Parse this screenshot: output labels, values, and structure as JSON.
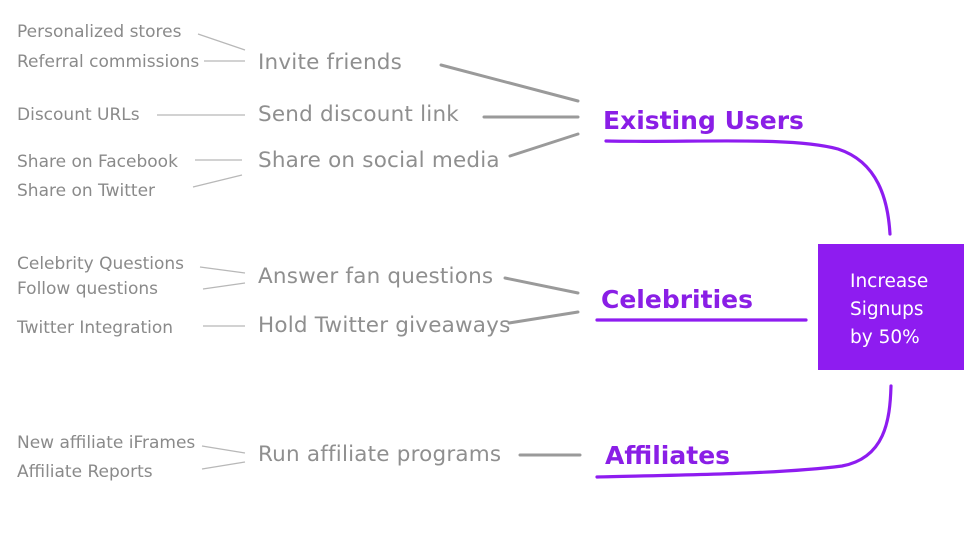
{
  "goal": {
    "lines": [
      "Increase",
      "Signups",
      "by 50%"
    ]
  },
  "channels": {
    "existing_users": "Existing Users",
    "celebrities": "Celebrities",
    "affiliates": "Affiliates"
  },
  "tactics": {
    "invite_friends": "Invite friends",
    "send_discount_link": "Send discount link",
    "share_social": "Share on social media",
    "answer_fan_questions": "Answer fan questions",
    "hold_twitter_giveaways": "Hold Twitter giveaways",
    "run_affiliate_programs": "Run affiliate programs"
  },
  "details": {
    "personalized_stores": "Personalized stores",
    "referral_commissions": "Referral commissions",
    "discount_urls": "Discount URLs",
    "share_facebook": "Share on Facebook",
    "share_twitter": "Share on Twitter",
    "celebrity_questions": "Celebrity Questions",
    "follow_questions": "Follow questions",
    "twitter_integration": "Twitter Integration",
    "new_affiliate_iframes": "New affiliate iFrames",
    "affiliate_reports": "Affiliate Reports"
  },
  "colors": {
    "accent": "#8e1cf0",
    "channel_text": "#8a1ee6",
    "muted_text": "#8a8a8a",
    "connector": "#9a9a9a",
    "leaf_connector": "#b5b5b5"
  }
}
